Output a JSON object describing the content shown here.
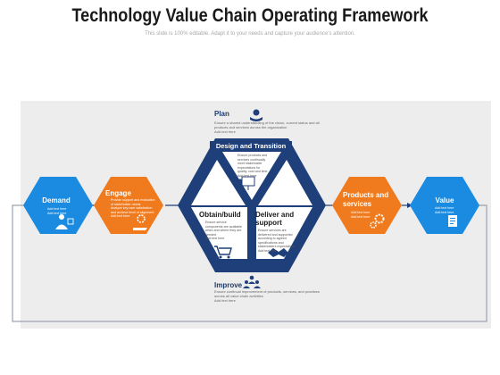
{
  "header": {
    "title": "Technology Value Chain Operating Framework",
    "subtitle": "This slide is 100% editable. Adapt it to your needs and capture your audience's attention."
  },
  "stages": {
    "demand": {
      "label": "Demand",
      "bullets": [
        "Add text here",
        "Add text here"
      ]
    },
    "engage": {
      "label": "Engage",
      "bullets": [
        "Provide support and evaluation of stakeholder needs",
        "Analyze key user satisfaction and achieve level of alignment",
        "Add text here"
      ]
    },
    "products": {
      "label": "Products and services",
      "bullets": [
        "Add text here",
        "Add text here"
      ]
    },
    "value": {
      "label": "Value",
      "bullets": [
        "Add text here",
        "Add text here"
      ]
    }
  },
  "core": {
    "plan": {
      "label": "Plan",
      "bullets": [
        "Ensure a shared understanding of the vision, current status and all products and services across the organization",
        "Add text here"
      ]
    },
    "design": {
      "label": "Design and Transition",
      "bullets": [
        "Ensure products and services continually meet stakeholder expectations for quality, cost and time",
        "Add text here"
      ]
    },
    "obtain": {
      "label": "Obtain/build",
      "bullets": [
        "Ensure service components are available when and where they are needed",
        "Add text here"
      ]
    },
    "deliver": {
      "label": "Deliver and support",
      "bullets": [
        "Ensure services are delivered and supported according to agreed specifications and stakeholders expectations",
        "Add text here"
      ]
    },
    "improve": {
      "label": "Improve",
      "bullets": [
        "Ensure continual improvement of products, services, and practices across all value chain activities",
        "Add text here"
      ]
    }
  },
  "colors": {
    "blue": "#1a8be0",
    "orange": "#f07b1e",
    "navy": "#1f3f7a",
    "panel": "#ededed"
  },
  "icons": [
    "hand-globe-icon",
    "presentation-icon",
    "cart-icon",
    "handshake-icon",
    "team-icon",
    "user-chart-icon",
    "hand-gear-icon",
    "gears-icon",
    "report-icon"
  ]
}
